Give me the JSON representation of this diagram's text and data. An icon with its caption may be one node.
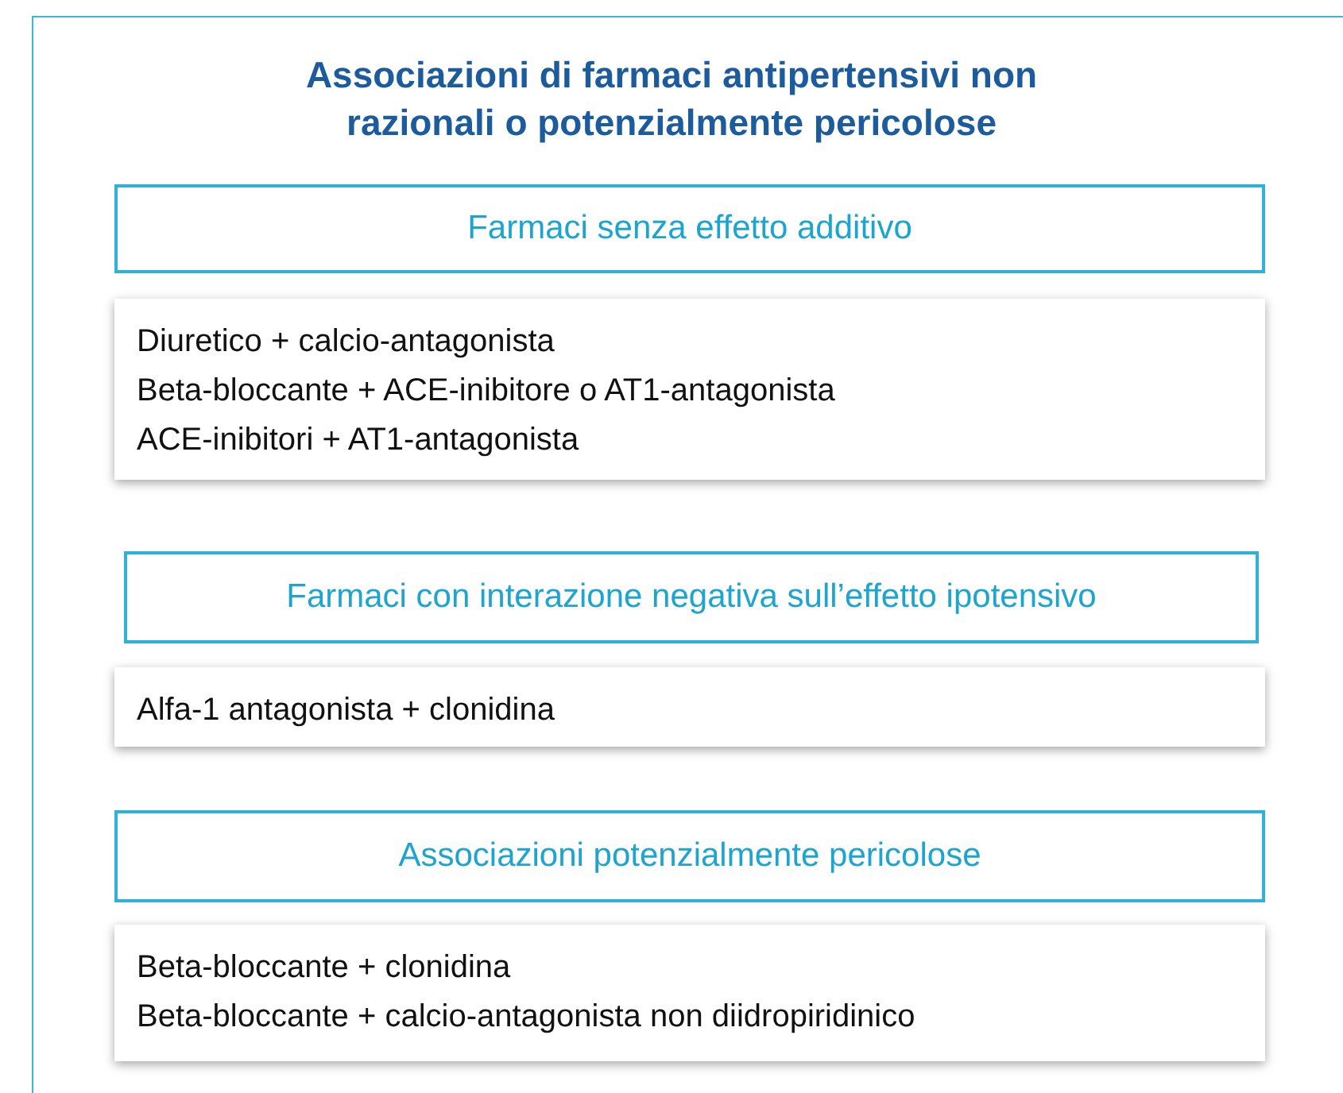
{
  "diagram": {
    "title": "Associazioni di farmaci antipertensivi non razionali o potenzialmente pericolose",
    "nodes": [
      {
        "text": [
          "Farmaci senza effetto additivo"
        ]
      },
      {
        "text": [
          "Diuretico + calcio-antagonista",
          "Beta-bloccante + ACE-inibitore o AT1-antagonista",
          "ACE-inibitori + AT1-antagonista"
        ]
      },
      {
        "text": [
          "Farmaci con interazione negativa sull’effetto ipotensivo"
        ]
      },
      {
        "text": [
          "Alfa-1 antagonista + clonidina"
        ]
      },
      {
        "text": [
          "Associazioni potenzialmente pericolose"
        ]
      },
      {
        "text": [
          "Beta-bloccante + clonidina",
          "Beta-bloccante + calcio-antagonista non diidropiridinico"
        ]
      }
    ],
    "edges": []
  }
}
